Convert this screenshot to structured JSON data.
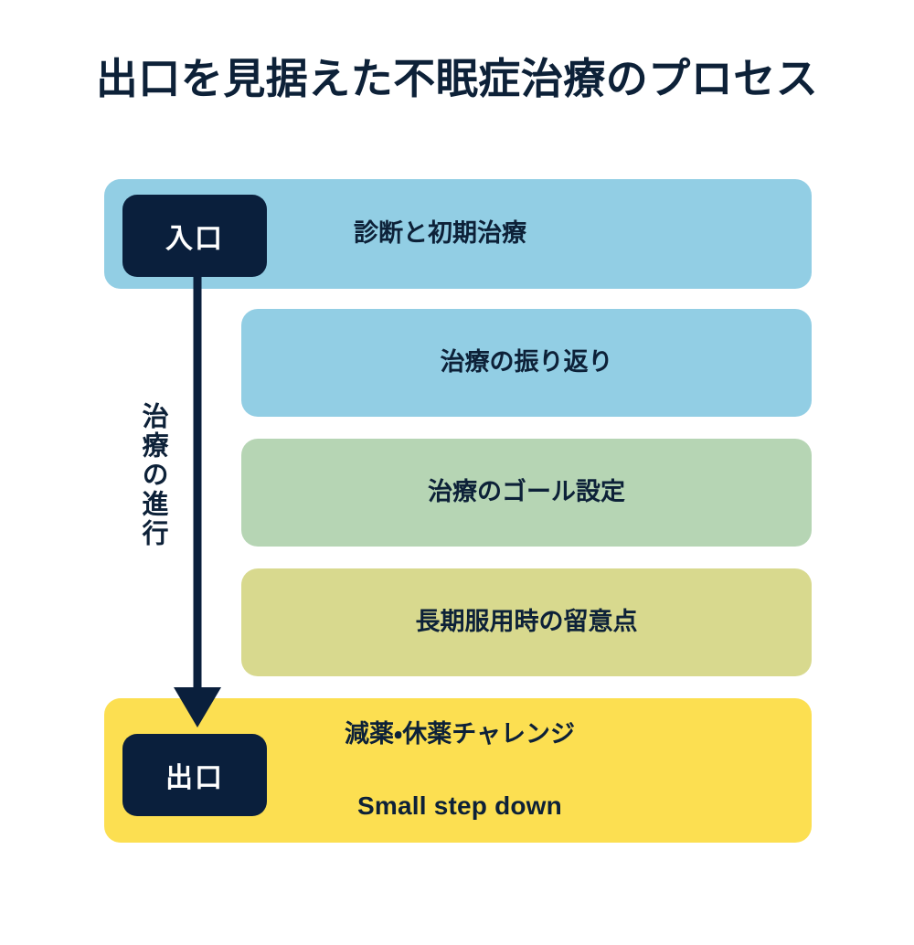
{
  "title": "出口を見据えた不眠症治療のプロセス",
  "progress_label": "治療の進行",
  "entry_badge": "入口",
  "exit_badge": "出口",
  "colors": {
    "background": "#ffffff",
    "navy": "#0a1f3c",
    "text": "#0d2138",
    "band_blue": "#92cee4",
    "band_green": "#b6d5b4",
    "band_khaki": "#d8d98e",
    "band_yellow": "#fcdf51",
    "badge_text": "#ffffff"
  },
  "stages": [
    {
      "id": "diagnosis",
      "label": "診断と初期治療",
      "color": "#92cee4",
      "width": "wide",
      "badge": "入口"
    },
    {
      "id": "review",
      "label": "治療の振り返り",
      "color": "#92cee4",
      "width": "inset",
      "badge": null
    },
    {
      "id": "goal-setting",
      "label": "治療のゴール設定",
      "color": "#b6d5b4",
      "width": "inset",
      "badge": null
    },
    {
      "id": "long-term-cautions",
      "label": "長期服用時の留意点",
      "color": "#d8d98e",
      "width": "inset",
      "badge": null
    },
    {
      "id": "taper-challenge",
      "label_line_1": "減薬・休薬チャレンジ",
      "label_line_2": "Small step down",
      "color": "#fcdf51",
      "width": "wide",
      "badge": "出口"
    }
  ]
}
